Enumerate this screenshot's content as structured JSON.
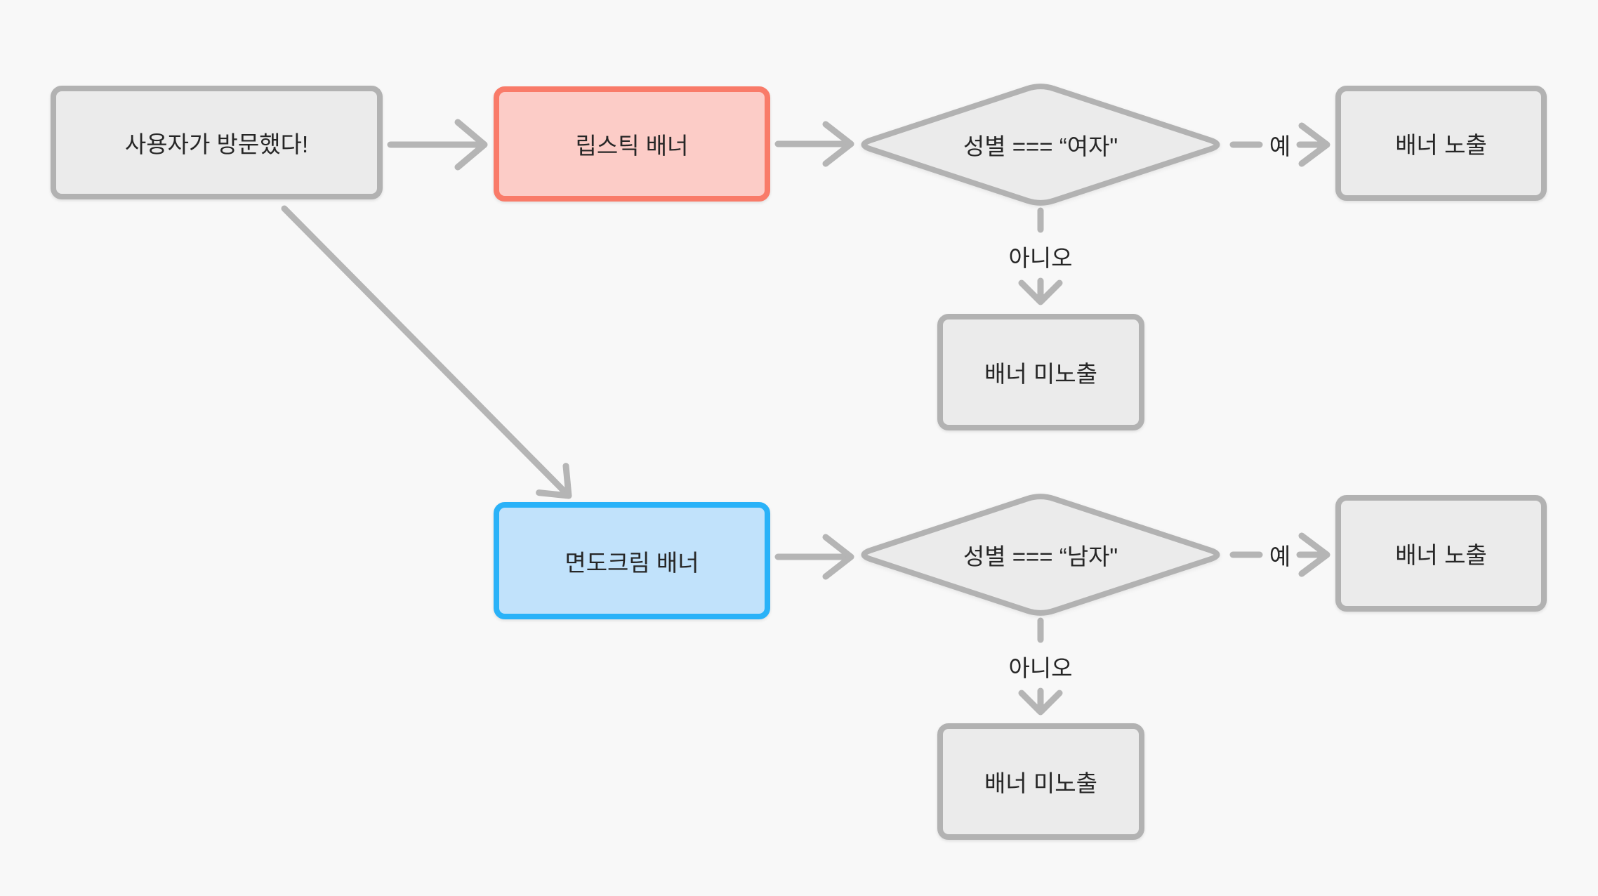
{
  "diagram": {
    "background": "#f8f8f8",
    "colors": {
      "node-border": "#b2b2b2",
      "node-fill": "#ebebeb",
      "red-border": "#f97b69",
      "red-fill": "#fcccc7",
      "blue-border": "#2ab2f8",
      "blue-fill": "#c1e2fb",
      "arrow": "#b5b5b5",
      "text": "#262626"
    },
    "nodes": {
      "start": {
        "label": "사용자가 방문했다!"
      },
      "lipstick": {
        "label": "립스틱 배너"
      },
      "cond_female": {
        "label": "성별 === “여자\""
      },
      "show_female": {
        "label": "배너 노출"
      },
      "hide_female": {
        "label": "배너 미노출"
      },
      "shaving": {
        "label": "면도크림 배너"
      },
      "cond_male": {
        "label": "성별 === “남자\""
      },
      "show_male": {
        "label": "배너 노출"
      },
      "hide_male": {
        "label": "배너 미노출"
      }
    },
    "edge_labels": {
      "yes_female": "예",
      "no_female": "아니오",
      "yes_male": "예",
      "no_male": "아니오"
    }
  }
}
